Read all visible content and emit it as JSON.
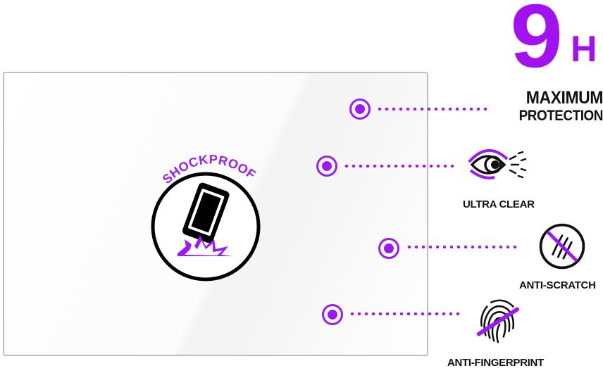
{
  "badge": {
    "number": "9",
    "letter": "H",
    "line1": "MAXIMUM",
    "line2": "PROTECTION"
  },
  "shockproof": {
    "label": "SHOCKPROOF"
  },
  "features": {
    "ultra_clear": "ULTRA CLEAR",
    "anti_scratch": "ANTI-SCRATCH",
    "anti_fingerprint": "ANTI-FINGERPRINT"
  },
  "colors": {
    "accent": "#9b19f5",
    "badge": "#a211f0",
    "text": "#111111",
    "panel_border": "#bdbdbd"
  },
  "icons": [
    "eye-icon",
    "scratch-icon",
    "fingerprint-icon",
    "phone-impact-icon"
  ]
}
